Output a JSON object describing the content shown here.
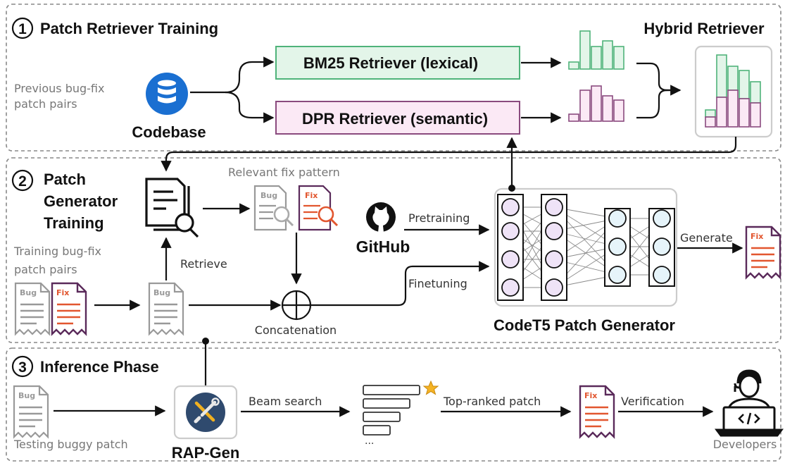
{
  "sections": {
    "s1": {
      "number": "1",
      "title": "Patch Retriever Training"
    },
    "s2": {
      "number": "2",
      "title_lines": [
        "Patch",
        "Generator",
        "Training"
      ]
    },
    "s3": {
      "number": "3",
      "title": "Inference Phase"
    }
  },
  "retriever": {
    "prev_lines": [
      "Previous bug-fix",
      "patch pairs"
    ],
    "codebase": "Codebase",
    "bm25": "BM25 Retriever (lexical)",
    "dpr": "DPR Retriever (semantic)",
    "hybrid": "Hybrid Retriever"
  },
  "generator": {
    "relevant": "Relevant fix pattern",
    "github": "GitHub",
    "pretraining": "Pretraining",
    "finetuning": "Finetuning",
    "generate": "Generate",
    "training_lines": [
      "Training bug-fix",
      "patch pairs"
    ],
    "retrieve": "Retrieve",
    "concatenation": "Concatenation",
    "codet5": "CodeT5 Patch Generator"
  },
  "inference": {
    "testing": "Testing buggy patch",
    "rapgen": "RAP-Gen",
    "beam": "Beam search",
    "top": "Top-ranked patch",
    "verification": "Verification",
    "developers": "Developers",
    "ellipsis": "..."
  },
  "doc_tags": {
    "bug": "Bug",
    "fix": "Fix"
  },
  "colors": {
    "bm25_fill": "#e3f5e9",
    "bm25_stroke": "#4fb37a",
    "dpr_fill": "#fbe9f5",
    "dpr_stroke": "#8a4a7e",
    "fix_tag": "#e2562f",
    "codebase_blue": "#1a6fd1",
    "neuron_fill": "#efe3f7"
  }
}
